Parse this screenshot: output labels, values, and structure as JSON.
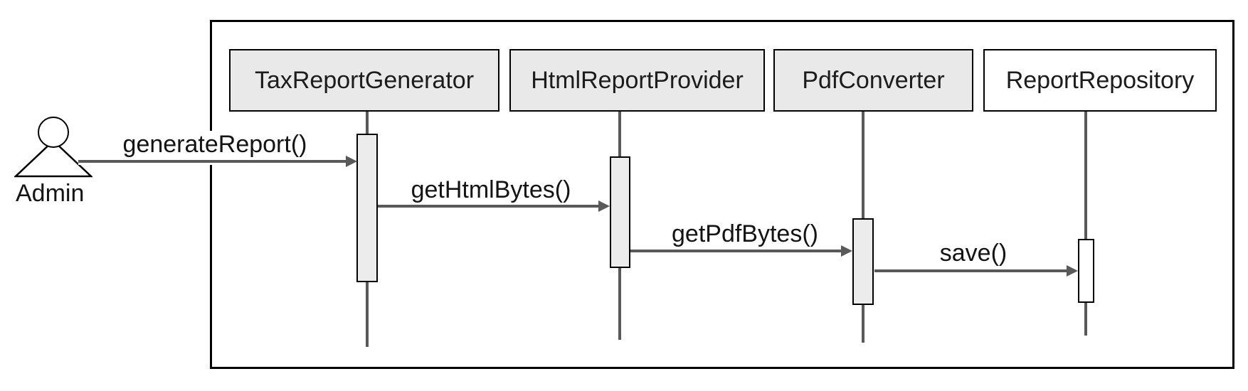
{
  "diagram": {
    "type": "uml-sequence-diagram",
    "actor": {
      "label": "Admin"
    },
    "participants": [
      {
        "name": "TaxReportGenerator",
        "fill": "#e9e9e9"
      },
      {
        "name": "HtmlReportProvider",
        "fill": "#e9e9e9"
      },
      {
        "name": "PdfConverter",
        "fill": "#e9e9e9"
      },
      {
        "name": "ReportRepository",
        "fill": "#ffffff"
      }
    ],
    "messages": [
      {
        "label": "generateReport()",
        "from": "Admin",
        "to": "TaxReportGenerator"
      },
      {
        "label": "getHtmlBytes()",
        "from": "TaxReportGenerator",
        "to": "HtmlReportProvider"
      },
      {
        "label": "getPdfBytes()",
        "from": "HtmlReportProvider",
        "to": "PdfConverter"
      },
      {
        "label": "save()",
        "from": "PdfConverter",
        "to": "ReportRepository"
      }
    ],
    "colors": {
      "participant_fill": "#e9e9e9",
      "repository_fill": "#ffffff",
      "line_gray": "#595959",
      "border_black": "#000000",
      "text": "#141414",
      "background": "#ffffff"
    }
  }
}
